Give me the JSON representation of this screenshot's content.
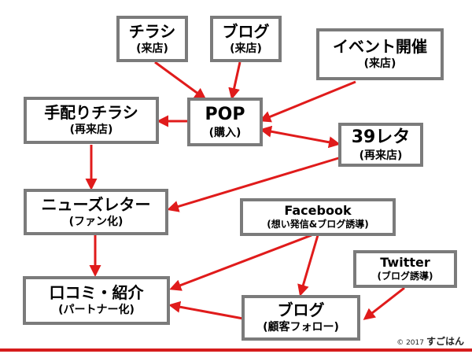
{
  "nodes": {
    "flyer": {
      "title": "チラシ",
      "sub": "(来店)"
    },
    "blog_top": {
      "title": "ブログ",
      "sub": "(来店)"
    },
    "event": {
      "title": "イベント開催",
      "sub": "(来店)"
    },
    "handout": {
      "title": "手配りチラシ",
      "sub": "(再来店)"
    },
    "pop": {
      "title": "POP",
      "sub": "(購入)"
    },
    "letter39": {
      "title": "39レタ",
      "sub": "(再来店)"
    },
    "newsletter": {
      "title": "ニューズレター",
      "sub": "(ファン化)"
    },
    "facebook": {
      "title": "Facebook",
      "sub": "(想い発信&ブログ誘導)"
    },
    "twitter": {
      "title": "Twitter",
      "sub": "(ブログ誘導)"
    },
    "wom": {
      "title": "口コミ・紹介",
      "sub": "(パートナー化)"
    },
    "blog_bottom": {
      "title": "ブログ",
      "sub": "(顧客フォロー)"
    }
  },
  "edges": [
    {
      "from": "flyer",
      "to": "pop"
    },
    {
      "from": "blog_top",
      "to": "pop"
    },
    {
      "from": "event",
      "to": "pop"
    },
    {
      "from": "pop",
      "to": "handout"
    },
    {
      "from": "pop",
      "to": "letter39",
      "bidirectional": true
    },
    {
      "from": "handout",
      "to": "newsletter"
    },
    {
      "from": "letter39",
      "to": "newsletter"
    },
    {
      "from": "newsletter",
      "to": "wom"
    },
    {
      "from": "facebook",
      "to": "wom"
    },
    {
      "from": "facebook",
      "to": "blog_bottom"
    },
    {
      "from": "twitter",
      "to": "blog_bottom"
    },
    {
      "from": "blog_bottom",
      "to": "wom"
    }
  ],
  "footer": {
    "copyright": "© 2017",
    "brand": "すごはん"
  },
  "colors": {
    "arrow": "#e01b1b",
    "border": "#7b7b7b",
    "footer_line": "#d61c1c"
  }
}
